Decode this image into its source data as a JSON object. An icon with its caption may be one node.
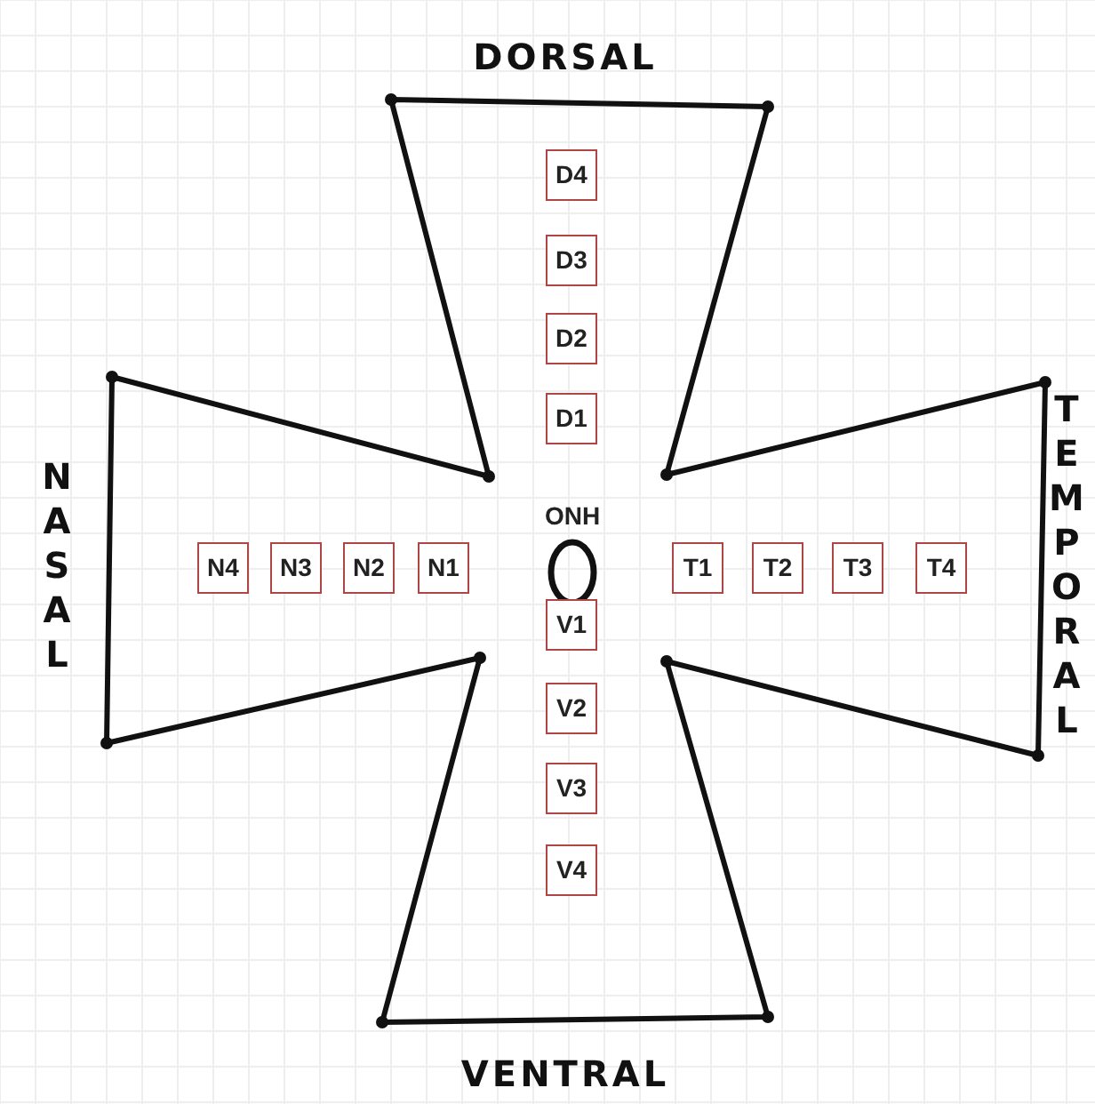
{
  "diagram": {
    "nodes": [
      {
        "text": [
          "D4"
        ]
      },
      {
        "text": [
          "D3"
        ]
      },
      {
        "text": [
          "D2"
        ]
      },
      {
        "text": [
          "D1"
        ]
      },
      {
        "text": [
          "N4"
        ]
      },
      {
        "text": [
          "N3"
        ]
      },
      {
        "text": [
          "N2"
        ]
      },
      {
        "text": [
          "N1"
        ]
      },
      {
        "text": [
          "ONH"
        ]
      },
      {
        "text": [
          "T1"
        ]
      },
      {
        "text": [
          "T2"
        ]
      },
      {
        "text": [
          "T3"
        ]
      },
      {
        "text": [
          "T4"
        ]
      },
      {
        "text": [
          "V1"
        ]
      },
      {
        "text": [
          "V2"
        ]
      },
      {
        "text": [
          "V3"
        ]
      },
      {
        "text": [
          "V4"
        ]
      }
    ],
    "labels": [
      "DORSAL",
      "NASAL",
      "TEMPORAL",
      "VENTRAL"
    ]
  }
}
